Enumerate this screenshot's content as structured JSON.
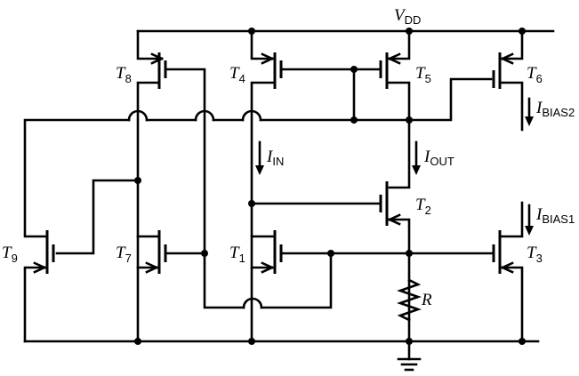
{
  "supply": {
    "main": "V",
    "sub": "DD"
  },
  "transistors": {
    "t1": {
      "main": "T",
      "sub": "1"
    },
    "t2": {
      "main": "T",
      "sub": "2"
    },
    "t3": {
      "main": "T",
      "sub": "3"
    },
    "t4": {
      "main": "T",
      "sub": "4"
    },
    "t5": {
      "main": "T",
      "sub": "5"
    },
    "t6": {
      "main": "T",
      "sub": "6"
    },
    "t7": {
      "main": "T",
      "sub": "7"
    },
    "t8": {
      "main": "T",
      "sub": "8"
    },
    "t9": {
      "main": "T",
      "sub": "9"
    }
  },
  "currents": {
    "in": {
      "main": "I",
      "sub": "IN"
    },
    "out": {
      "main": "I",
      "sub": "OUT"
    },
    "bias1": {
      "main": "I",
      "sub": "BIAS1"
    },
    "bias2": {
      "main": "I",
      "sub": "BIAS2"
    }
  },
  "resistor": {
    "label": "R"
  }
}
